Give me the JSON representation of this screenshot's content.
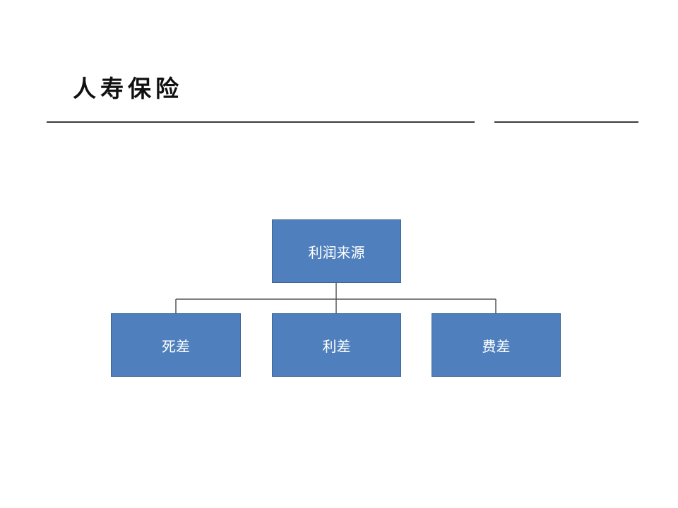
{
  "slide": {
    "title": "人寿保险"
  },
  "org_chart": {
    "root": {
      "label": "利润来源"
    },
    "children": [
      {
        "label": "死差"
      },
      {
        "label": "利差"
      },
      {
        "label": "费差"
      }
    ],
    "colors": {
      "node_fill": "#4f80bd",
      "node_border": "#3b6595",
      "node_text": "#ffffff",
      "connector": "#555555"
    }
  }
}
